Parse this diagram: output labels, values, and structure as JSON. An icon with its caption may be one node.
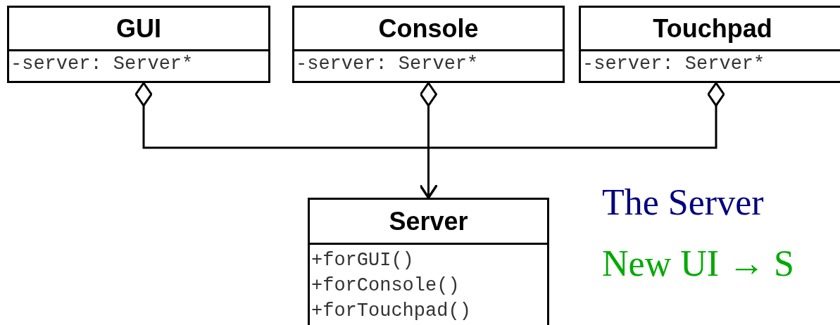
{
  "diagram": {
    "nodes": [
      {
        "text": [
          "GUI",
          "-server: Server*"
        ]
      },
      {
        "text": [
          "Console",
          "-server: Server*"
        ]
      },
      {
        "text": [
          "Touchpad",
          "-server: Server*"
        ]
      },
      {
        "text": [
          "Server",
          "+forGUI()",
          "+forConsole()",
          "+forTouchpad()"
        ]
      }
    ],
    "edges": [
      {
        "from": 0,
        "to": 3,
        "arrow": "to"
      },
      {
        "from": 1,
        "to": 3,
        "arrow": "to"
      },
      {
        "from": 2,
        "to": 3,
        "arrow": "to"
      }
    ],
    "labels": [
      "The Server",
      "New UI → S"
    ]
  }
}
